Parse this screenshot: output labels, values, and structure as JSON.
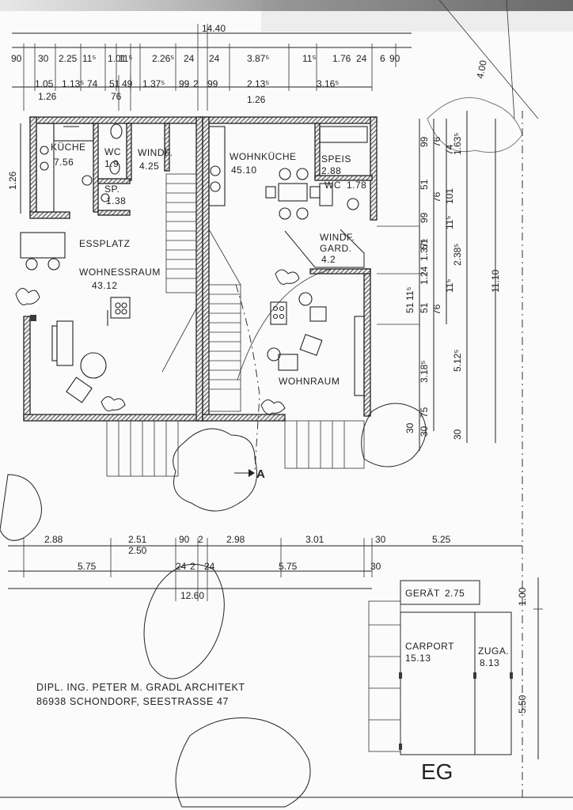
{
  "top": {
    "overall": "14.40",
    "row1": [
      "90",
      "30",
      "2.25",
      "11⁵",
      "1.01",
      "11⁵",
      "2.26⁵",
      "24",
      "24",
      "3.87⁵",
      "11⁵",
      "1.76",
      "24",
      "6",
      "90"
    ],
    "row2": [
      "1.05",
      "1.13⁵",
      "74",
      "51",
      "49",
      "1.37⁵",
      "99",
      "2",
      "99",
      "2.13⁵",
      "3.16⁵"
    ],
    "row2b": [
      "1.26",
      "76",
      "1.26"
    ],
    "right_diag": "4.00"
  },
  "left": {
    "height": "1.26"
  },
  "rooms": {
    "kueche": {
      "name": "KÜCHE",
      "area": "7.56"
    },
    "wc1": {
      "name": "WC",
      "area": "1.9"
    },
    "windf1": {
      "name": "WINDF.",
      "area": "4.25"
    },
    "sp": {
      "name": "SP.",
      "area": "1.38"
    },
    "essplatz": {
      "name": "ESSPLATZ"
    },
    "wohnessraum": {
      "name": "WOHNESSRAUM",
      "area": "43.12"
    },
    "wohnkueche": {
      "name": "WOHNKÜCHE",
      "area": "45.10"
    },
    "speis": {
      "name": "SPEIS",
      "area": "2.88"
    },
    "wc2": {
      "name": "WC",
      "area": "1.78"
    },
    "windf2": {
      "name": "WINDF.",
      "name2": "GARD.",
      "area": "4.2"
    },
    "wohnraum": {
      "name": "WOHNRAUM"
    },
    "geraet": {
      "name": "GERÄT",
      "area": "2.75"
    },
    "carport": {
      "name": "CARPORT",
      "area": "15.13"
    },
    "zuga": {
      "name": "ZUGA.",
      "area": "8.13"
    }
  },
  "right_dims": {
    "col1": [
      "99",
      "51",
      "99",
      "51",
      "1.37⁵",
      "1.24",
      "51",
      "3.18⁵",
      "75",
      "30"
    ],
    "col2": [
      "76",
      "76",
      "76"
    ],
    "col3": [
      "74",
      "101",
      "11⁵",
      "11⁵"
    ],
    "col4": [
      "1.63⁵",
      "2.38⁵",
      "5.12⁵",
      "30"
    ],
    "col5": [
      "51",
      "11⁵",
      "30"
    ],
    "total": "11.10"
  },
  "bottom": {
    "row1": [
      "2.88",
      "2.51",
      "2.50",
      "90",
      "2",
      "2.98",
      "3.01",
      "30",
      "5.25"
    ],
    "row2": [
      "5.75",
      "24",
      "2",
      "24",
      "5.75",
      "30"
    ],
    "overall": "12.60"
  },
  "carport_dims": [
    "1.00",
    "5.50"
  ],
  "section": "A",
  "architect": {
    "line1": "DIPL. ING. PETER M. GRADL ARCHITEKT",
    "line2": "86938 SCHONDORF, SEESTRASSE 47"
  },
  "floor_label": "EG"
}
